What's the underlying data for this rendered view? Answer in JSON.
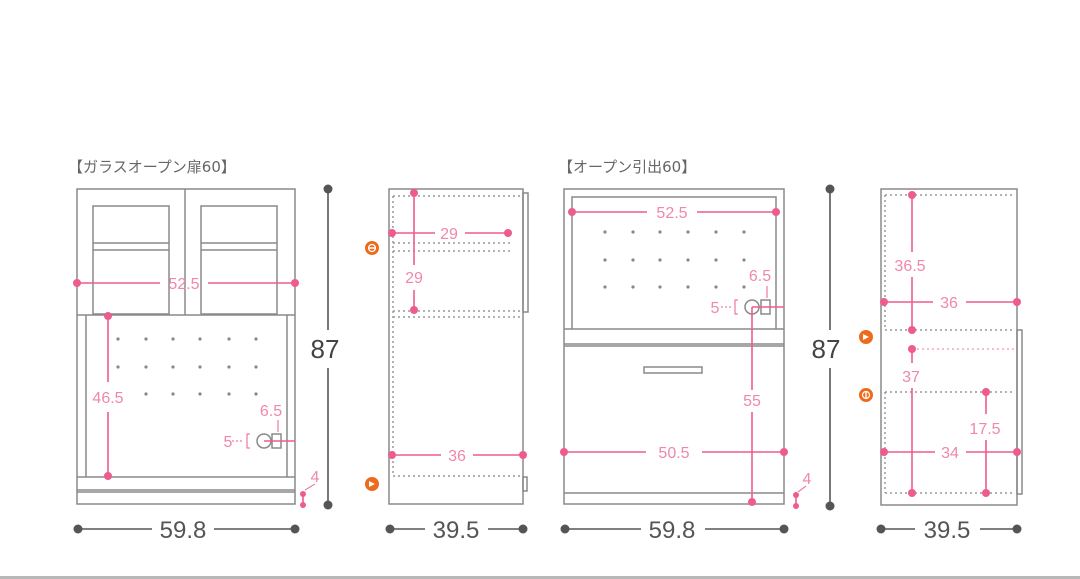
{
  "colors": {
    "outline": "#8a8a8a",
    "dimension_pink": "#ee5c8e",
    "dimension_gray": "#555555",
    "icon_orange": "#ee6a1c"
  },
  "units": "cm",
  "products": [
    {
      "title": "【ガラスオープン扉60】",
      "front": {
        "total_width": "59.8",
        "total_height": "87",
        "inner_width": "52.5",
        "open_height": "46.5",
        "outlet_offset_top": "6.5",
        "outlet_offset_side": "5",
        "plinth_height": "4"
      },
      "side": {
        "total_depth": "39.5",
        "shelf_depth": "29",
        "shelf_height": "29",
        "bottom_depth": "36",
        "icons": [
          "door-swing-icon",
          "door-open-icon"
        ]
      }
    },
    {
      "title": "【オープン引出60】",
      "front": {
        "total_width": "59.8",
        "total_height": "87",
        "inner_width": "52.5",
        "outlet_offset_top": "6.5",
        "outlet_offset_side": "5",
        "drawer_width": "50.5",
        "outlet_height": "55",
        "plinth_height": "4"
      },
      "side": {
        "total_depth": "39.5",
        "upper_height": "36.5",
        "upper_depth": "36",
        "drawer_height": "37",
        "inner_drawer_height": "17.5",
        "drawer_depth": "34",
        "icons": [
          "drawer-pull-icon",
          "drawer-slide-icon"
        ]
      }
    }
  ]
}
